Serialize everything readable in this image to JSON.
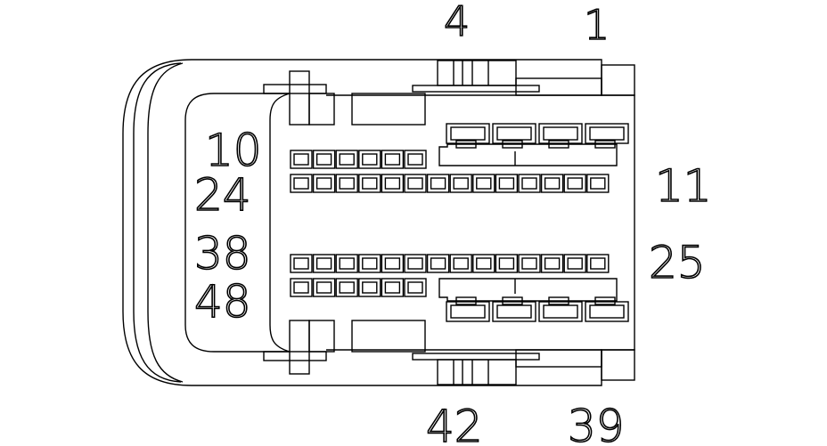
{
  "diagram": {
    "pin_labels": {
      "top_a": "4",
      "top_b": "1",
      "left_1": "10",
      "left_2": "24",
      "left_3": "38",
      "left_4": "48",
      "right_1": "11",
      "right_2": "25",
      "bottom_a": "42",
      "bottom_b": "39"
    },
    "colors": {
      "line": "#000000",
      "background": "#ffffff"
    }
  }
}
